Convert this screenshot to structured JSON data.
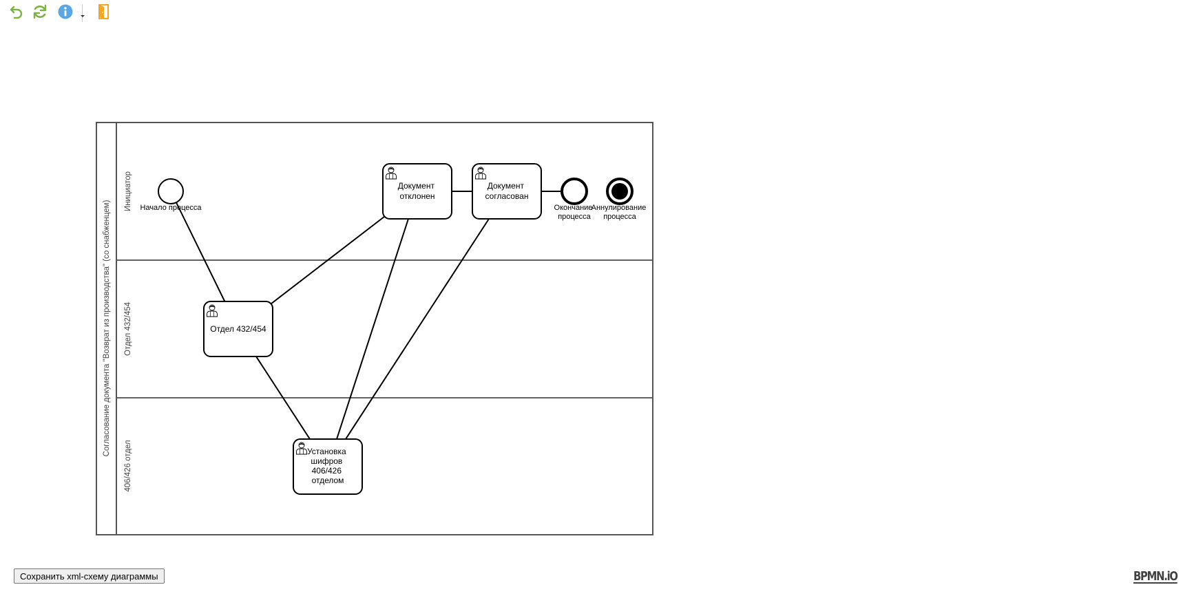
{
  "toolbar": {
    "undo_icon": "undo-arrow-icon",
    "refresh_icon": "refresh-icon",
    "info_icon": "info-icon",
    "dropdown_icon": "dropdown-caret-icon",
    "exit_icon": "exit-door-icon",
    "colors": {
      "green": "#7cb342",
      "blue": "#5aa7e6",
      "orange": "#f5a623"
    }
  },
  "pool": {
    "label": "Согласование документа \"Возврат из производства\" (со снабженцем)"
  },
  "lanes": [
    {
      "label": "Инициатор"
    },
    {
      "label": "Отдел 432/454"
    },
    {
      "label": "406/426 отдел"
    }
  ],
  "events": {
    "start": {
      "label": "Начало процесса"
    },
    "end": {
      "label_lines": [
        "Окончание",
        "процесса"
      ]
    },
    "cancel": {
      "label_lines": [
        "Аннулирование",
        "процесса"
      ]
    }
  },
  "tasks": {
    "rejected": {
      "label_lines": [
        "Документ",
        "отклонен"
      ]
    },
    "approved": {
      "label_lines": [
        "Документ",
        "согласован"
      ]
    },
    "dept": {
      "label_lines": [
        "Отдел 432/454"
      ]
    },
    "ciphers": {
      "label_lines": [
        "Установка",
        "шифров",
        "406/426",
        "отделом"
      ]
    }
  },
  "actions": {
    "save_label": "Сохранить xml-схему диаграммы"
  },
  "branding": {
    "logo_text": "BPMN.iO"
  }
}
